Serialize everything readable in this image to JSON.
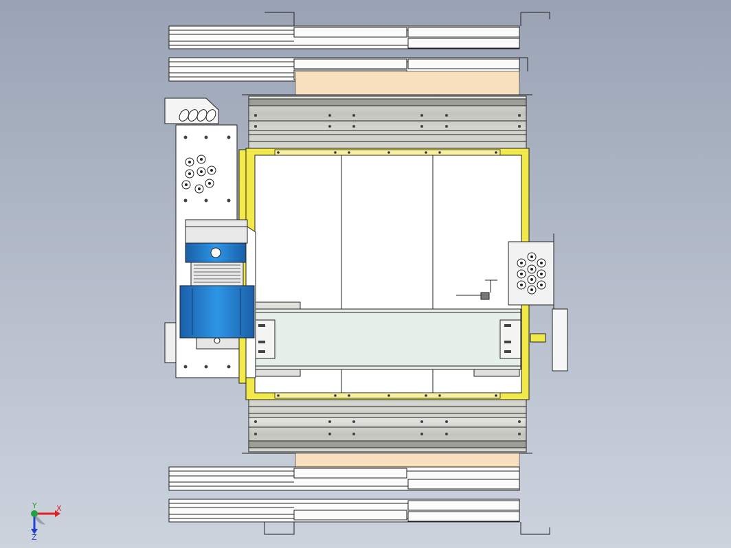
{
  "viewport": {
    "name": "cad-graphics-area",
    "background_top": "#9aa3b4",
    "background_bottom": "#ccd3dd"
  },
  "model": {
    "description_icon": "gantry-assembly-top-view",
    "colors": {
      "frame_yellow": "#f2ea4a",
      "motor_blue": "#1e7fd0",
      "rail_grey": "#c9c9c3",
      "bellow_tan": "#f8dfbd",
      "carriage_green": "#e6efe8",
      "edge": "#202020"
    }
  },
  "triad": {
    "x_label": "X",
    "y_label": "Y",
    "z_label": "Z",
    "x_color": "#e02020",
    "y_color": "#20a040",
    "z_color": "#2040d0"
  }
}
